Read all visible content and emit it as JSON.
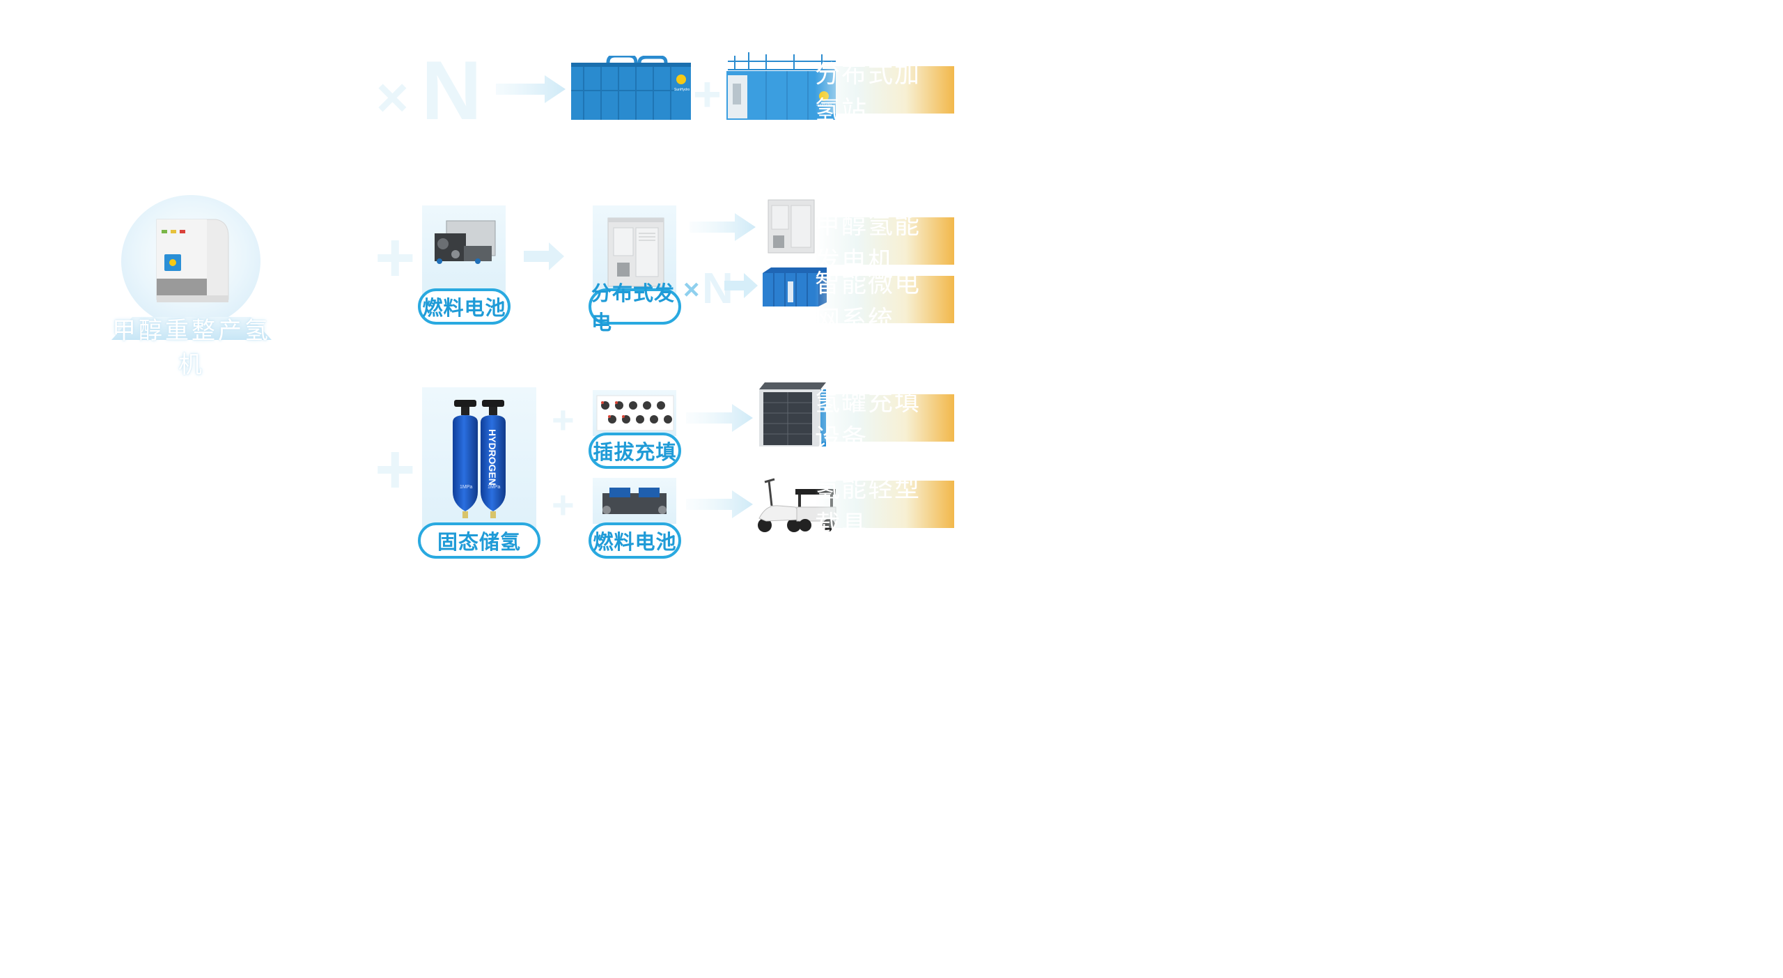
{
  "source": {
    "label": "甲醇重整产氢机"
  },
  "symbols": {
    "times_n": "×N",
    "times": "×",
    "n": "N",
    "plus": "+"
  },
  "row1": {
    "tag": "分布式加氢站"
  },
  "row2": {
    "fuel_cell_pill": "燃料电池",
    "dist_power_pill": "分布式发电",
    "tag_generator": "甲醇氢能发电机",
    "tag_microgrid": "智能微电网系统"
  },
  "row3": {
    "storage_pill": "固态储氢",
    "plug_pill": "插拔充填",
    "fuel_cell_pill": "燃料电池",
    "tag_tank_filling": "氢罐充填设备",
    "tag_light_vehicle": "氢能轻型载具"
  },
  "product_text": {
    "brand": "SunHydro",
    "cylinder_label": "HYDROGEN",
    "cylinder_pressure": "1MPa"
  },
  "colors": {
    "accent_blue": "#29a9e0",
    "tag_orange": "#f2b84b",
    "container_blue": "#1f7fc4",
    "faded": "#eaf6fb"
  }
}
